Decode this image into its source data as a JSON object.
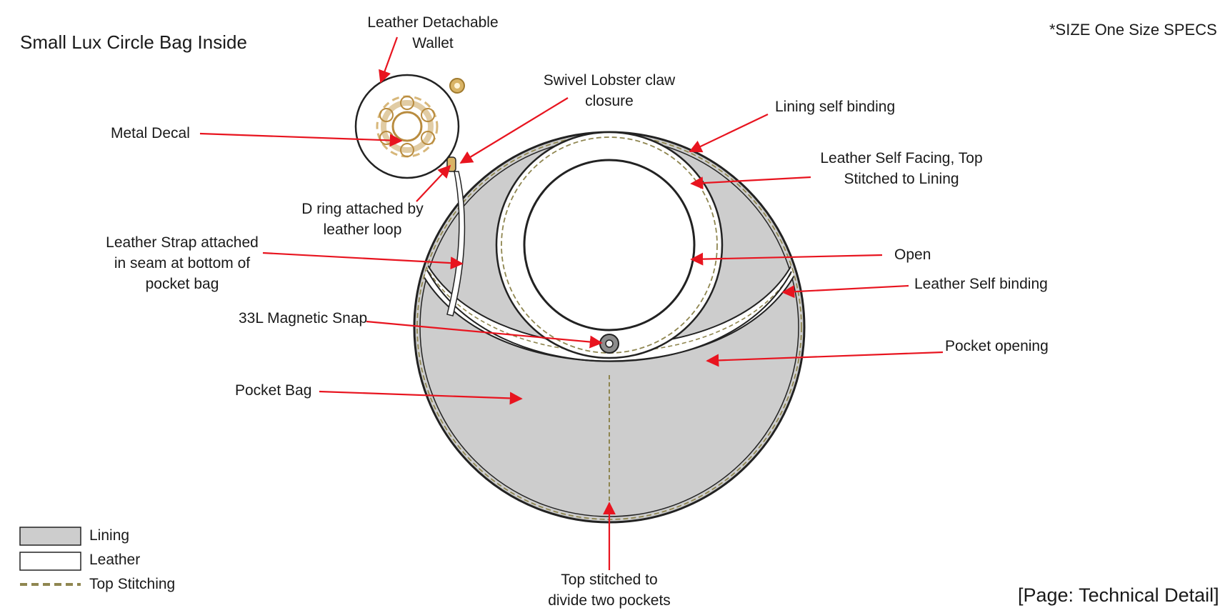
{
  "header": {
    "title": "Small Lux Circle Bag Inside",
    "size_spec": "*SIZE One Size SPECS"
  },
  "footer": {
    "page_label": "[Page: Technical Detail]"
  },
  "labels": {
    "wallet": [
      "Leather Detachable",
      "Wallet"
    ],
    "metal_decal": "Metal Decal",
    "lobster_claw": [
      "Swivel Lobster claw",
      "closure"
    ],
    "lining_binding": "Lining self binding",
    "self_facing": [
      "Leather Self Facing, Top",
      "Stitched to Lining"
    ],
    "d_ring": [
      "D ring attached by",
      "leather loop"
    ],
    "strap": [
      "Leather Strap attached",
      "in seam at bottom of",
      "pocket bag"
    ],
    "open": "Open",
    "leather_binding": "Leather Self binding",
    "magnetic_snap": "33L Magnetic Snap",
    "pocket_opening": "Pocket opening",
    "pocket_bag": "Pocket Bag",
    "center_stitch": [
      "Top stitched to",
      "divide two pockets"
    ]
  },
  "legend": {
    "lining": "Lining",
    "leather": "Leather",
    "top_stitching": "Top Stitching"
  },
  "colors": {
    "lining": "#cdcdcd",
    "leather": "#ffffff",
    "stitch": "#8f8650",
    "arrow": "#e8141f",
    "outline": "#222222",
    "gold": "#c9a25a"
  }
}
